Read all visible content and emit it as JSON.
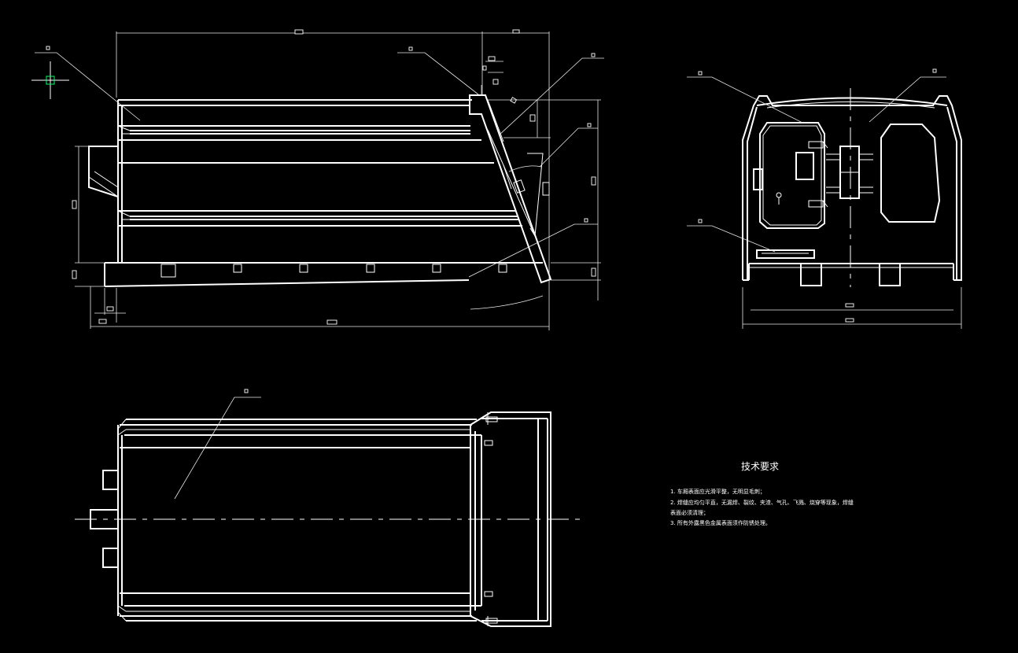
{
  "drawing": {
    "background": "#000000",
    "line_color": "#ffffff",
    "crosshair_color": "#00ff66"
  },
  "tech_requirements": {
    "title": "技术要求",
    "items": [
      "1. 车厢表面应光滑平整，无明显毛刺；",
      "2. 焊缝应均匀平直，无漏焊、裂纹、夹渣、气孔、飞溅、烧穿等现象，焊缝",
      "表面必须清理；",
      "3. 所有外露黑色金属表面须作防锈处理。"
    ]
  }
}
